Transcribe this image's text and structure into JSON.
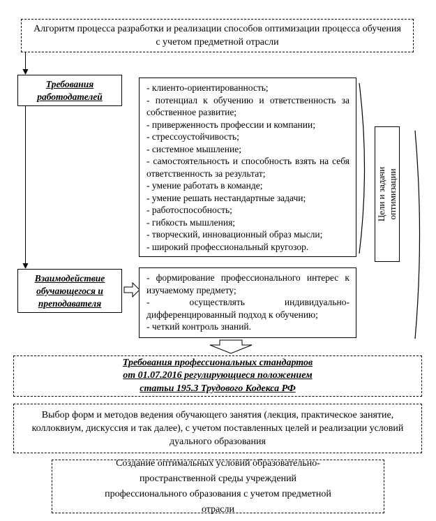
{
  "colors": {
    "border": "#000000",
    "background": "#ffffff",
    "text": "#000000"
  },
  "icons": {
    "flow_arrow": "solid-down-arrow",
    "block_arrow_right": "hollow-right-block-arrow",
    "block_arrow_down": "hollow-down-block-arrow",
    "brace": "right-parenthesis-brace"
  },
  "flowchart": {
    "title": "Алгоритм процесса разработки и реализации способов оптимизации процесса обучения с учетом предметной отрасли",
    "employers_label": "Требования работодателей",
    "employer_requirements": [
      "- клиенто-ориентированность;",
      "- потенциал к обучению и ответственность за собственное развитие;",
      "- приверженность профессии и компании;",
      "- стрессоустойчивость;",
      "- системное мышление;",
      "- самостоятельность и способность взять на себя ответственность за результат;",
      "- умение работать в команде;",
      "- умение решать нестандартные задачи;",
      "- работоспособность;",
      "- гибкость мышления;",
      "- творческий, инновационный образ мысли;",
      "- широкий профессиональный кругозор."
    ],
    "goals_label": "Цели и задачи оптимизации",
    "interaction_label": "Взаимодействие обучающегося и преподавателя",
    "teaching_requirements": [
      "- формирование профессионального интерес к изучаемому предмету;",
      "- осуществлять индивидуально-дифференцированный подход к обучению;",
      "- четкий контроль знаний."
    ],
    "standards_lines": [
      "Требования профессиональных стандартов",
      "от 01.07.2016 регулирующиеся положением",
      "статьи 195.3 Трудового Кодекса РФ"
    ],
    "forms_text": "Выбор форм и методов ведения обучающего занятия (лекция, практическое занятие, коллоквиум, дискуссия и так далее), с учетом поставленных целей и реализации условий дуального образования",
    "conditions_text": "Создание оптимальных условий образовательно-пространственной среды учреждений профессионального образования с учетом предметной отрасли"
  }
}
